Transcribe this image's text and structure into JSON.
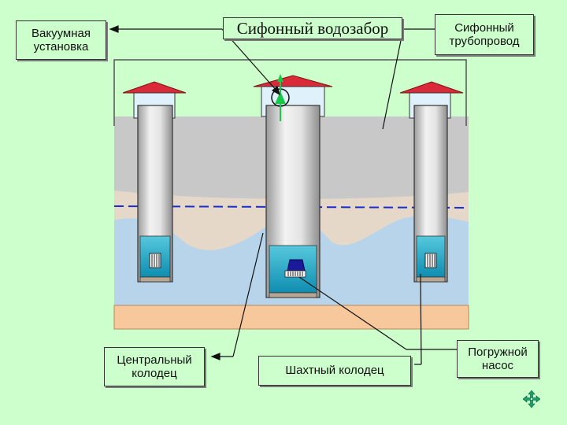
{
  "labels": {
    "vacuum_unit": "Вакуумная\nустановка",
    "siphon_intake": "Сифонный водозабор",
    "siphon_pipeline": "Сифонный\nтрубопровод",
    "central_well": "Центральный\nколодец",
    "shaft_well": "Шахтный колодец",
    "submersible_pump": "Погружной\nнасос"
  },
  "colors": {
    "background": "#ccffcc",
    "upper_soil": "#c8c8c8",
    "sand": "#e6d8c8",
    "aquifer": "#b7d4ea",
    "bedrock": "#f7c89b",
    "roof": "#d92a3a",
    "pipe": "#c7c7c7",
    "water_level_line": "#1a2ecc",
    "pump_flow_arrow": "#18c848"
  },
  "icons": {
    "nav_control": "four-arrow-nav-icon"
  }
}
